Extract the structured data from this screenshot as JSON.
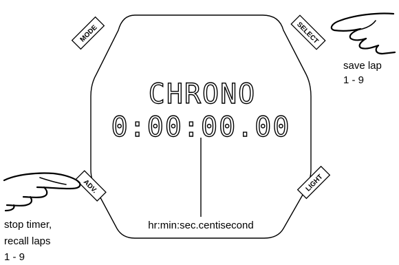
{
  "display": {
    "mode_text": "CHRONO",
    "time_text": "0:00:00.00"
  },
  "buttons": {
    "mode": "MODE",
    "select": "SELECT",
    "adv": "ADV.",
    "light": "LIGHT"
  },
  "callouts": {
    "select_line1": "save lap",
    "select_line2": "1 - 9",
    "adv_line1": "stop timer,",
    "adv_line2": "recall laps",
    "adv_line3": "1 - 9",
    "readout": "hr:min:sec.centisecond"
  },
  "icons": [
    "pointing-hand-icon",
    "pointing-hand-icon"
  ]
}
